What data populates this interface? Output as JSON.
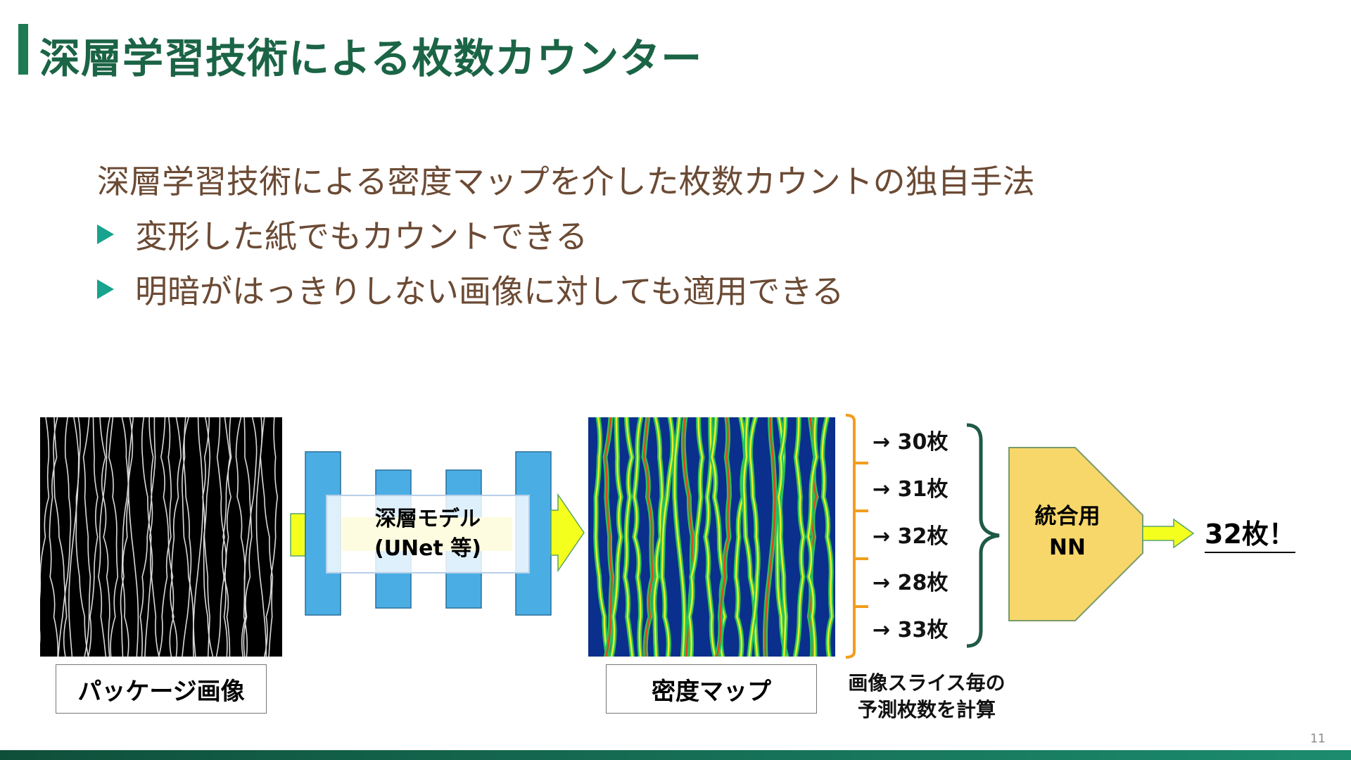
{
  "title": "深層学習技術による枚数カウンター",
  "lead": "深層学習技術による密度マップを介した枚数カウントの独自手法",
  "bullets": [
    "変形した紙でもカウントできる",
    "明暗がはっきりしない画像に対しても適用できる"
  ],
  "diagram": {
    "input_label": "パッケージ画像",
    "model_line1": "深層モデル",
    "model_line2": "(UNet 等)",
    "density_label": "密度マップ",
    "slice_counts": [
      "→ 30枚",
      "→ 31枚",
      "→ 32枚",
      "→ 28枚",
      "→ 33枚"
    ],
    "caption_line1": "画像スライス毎の",
    "caption_line2": "予測枚数を計算",
    "nn_line1": "統合用",
    "nn_line2": "NN",
    "result": "32枚！"
  },
  "colors": {
    "title": "#1b6446",
    "body_text": "#6b4a34",
    "bullet_marker": "#17a38e",
    "unet_block": "#4aaee5",
    "arrow_fill": "#f5ff1e",
    "nn_fill": "#f7d76a",
    "bracket": "#f29d1c",
    "brace": "#1e5a44"
  },
  "page_number": "11"
}
